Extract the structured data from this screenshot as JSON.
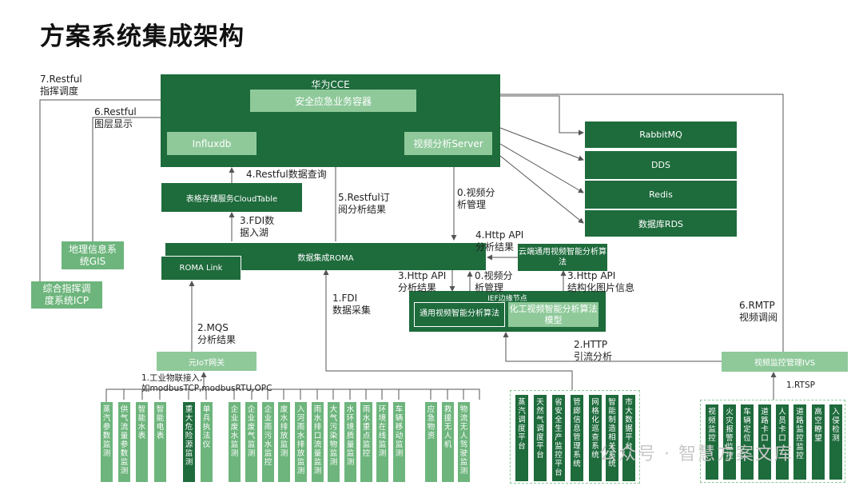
{
  "title": "方案系统集成架构",
  "cce": {
    "label": "华为CCE",
    "container": "安全应急业务容器",
    "influx": "Influxdb",
    "video_server": "视频分析Server"
  },
  "middleware": [
    "RabbitMQ",
    "DDS",
    "Redis",
    "数据库RDS"
  ],
  "cloudtable": "表格存储服务CloudTable",
  "roma": "数据集成ROMA",
  "roma_link": "ROMA Link",
  "cloud_algo": "云端通用视频智能分析算法",
  "ief": {
    "label": "IEF边缘节点",
    "general": "通用视频智能分析算法",
    "chem": "化工视频智能分析算法模型"
  },
  "iot": "元IoT网关",
  "ivs": "视频监控管理IVS",
  "gis": "地理信息系统GIS",
  "icp": "综合指挥调度系统ICP",
  "labels": {
    "l7_a": "7.Restful",
    "l7_b": "指挥调度",
    "l6_a": "6.Restful",
    "l6_b": "图层显示",
    "l4": "4.Restful数据查询",
    "l5_a": "5.Restful订",
    "l5_b": "阅分析结果",
    "l0a_a": "0.视频分",
    "l0a_b": "析管理",
    "l3fdi_a": "3.FDI数",
    "l3fdi_b": "据入湖",
    "l4http_a": "4.Http API",
    "l4http_b": "分析结果",
    "l3http_a": "3.Http API",
    "l3http_b": "分析结果",
    "l0b_a": "0.视频分",
    "l0b_b": "析管理",
    "l3http2_a": "3.Http API",
    "l3http2_b": "结构化图片信息",
    "l1fdi_a": "1.FDI",
    "l1fdi_b": "数据采集",
    "l6rtmp_a": "6.RMTP",
    "l6rtmp_b": "视频调阅",
    "l2mqs_a": "2.MQS",
    "l2mqs_b": "分析结果",
    "l2http_a": "2.HTTP",
    "l2http_b": "引流分析",
    "l1iot_a": "1.工业物联接入,",
    "l1iot_b": "如modbusTCP,modbusRTU,OPC",
    "l1rtsp": "1.RTSP"
  },
  "iot_devices": [
    "蒸汽参数监测",
    "供气流量参数监测",
    "智能水表",
    "智能电表",
    "重大危险源监测",
    "单兵执法仪",
    "企业废水监测",
    "企业废气监测",
    "企业雨污水监控",
    "废水排放监测",
    "入河雨水排放监测",
    "雨水排口流量监测",
    "大气污染物监测",
    "水环境质量监测",
    "雨水重点监控",
    "环境在线监测",
    "车辆移动监测",
    "应急物资",
    "救援无人机",
    "物流无人驾驶监测"
  ],
  "platforms": [
    "蒸汽调度平台",
    "天然气调度平台",
    "省安全生产监控平台",
    "管廊信息管理系统",
    "网格化巡查系统",
    "智能制造相关系统",
    "市大数据平台"
  ],
  "cameras": [
    "视频监控",
    "火灾报警监控",
    "车辆定位",
    "道路卡口",
    "人员卡口",
    "道路监控监控",
    "高空瞭望",
    "入侵检测"
  ],
  "watermark": "公众号 · 智慧方案文库"
}
